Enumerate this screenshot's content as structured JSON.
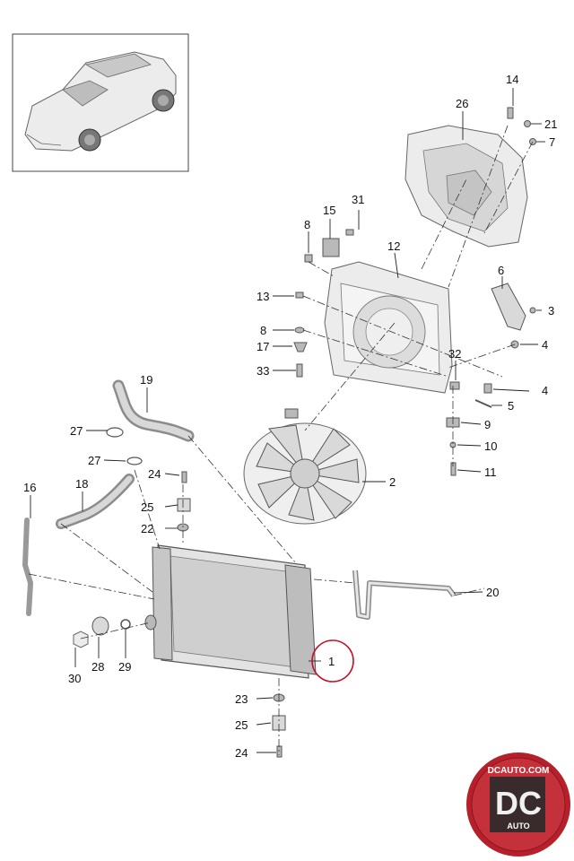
{
  "callouts": [
    {
      "id": "c1",
      "text": "1"
    },
    {
      "id": "c2",
      "text": "2"
    },
    {
      "id": "c3",
      "text": "3"
    },
    {
      "id": "c4a",
      "text": "4"
    },
    {
      "id": "c4b",
      "text": "4"
    },
    {
      "id": "c5",
      "text": "5"
    },
    {
      "id": "c6",
      "text": "6"
    },
    {
      "id": "c7",
      "text": "7"
    },
    {
      "id": "c8a",
      "text": "8"
    },
    {
      "id": "c8b",
      "text": "8"
    },
    {
      "id": "c9",
      "text": "9"
    },
    {
      "id": "c10",
      "text": "10"
    },
    {
      "id": "c11",
      "text": "11"
    },
    {
      "id": "c12",
      "text": "12"
    },
    {
      "id": "c13",
      "text": "13"
    },
    {
      "id": "c14",
      "text": "14"
    },
    {
      "id": "c15",
      "text": "15"
    },
    {
      "id": "c16",
      "text": "16"
    },
    {
      "id": "c17",
      "text": "17"
    },
    {
      "id": "c18",
      "text": "18"
    },
    {
      "id": "c19",
      "text": "19"
    },
    {
      "id": "c20",
      "text": "20"
    },
    {
      "id": "c21",
      "text": "21"
    },
    {
      "id": "c22",
      "text": "22"
    },
    {
      "id": "c23",
      "text": "23"
    },
    {
      "id": "c24a",
      "text": "24"
    },
    {
      "id": "c24b",
      "text": "24"
    },
    {
      "id": "c25a",
      "text": "25"
    },
    {
      "id": "c25b",
      "text": "25"
    },
    {
      "id": "c26",
      "text": "26"
    },
    {
      "id": "c27a",
      "text": "27"
    },
    {
      "id": "c27b",
      "text": "27"
    },
    {
      "id": "c28",
      "text": "28"
    },
    {
      "id": "c29",
      "text": "29"
    },
    {
      "id": "c30",
      "text": "30"
    },
    {
      "id": "c31",
      "text": "31"
    },
    {
      "id": "c32",
      "text": "32"
    },
    {
      "id": "c33",
      "text": "33"
    }
  ],
  "watermark": {
    "top_text": "DCAUTO.COM",
    "letters": "DC",
    "bottom_text": "AUTO"
  },
  "colors": {
    "watermark_red": "#b5202a",
    "watermark_dark": "#2a2a2a",
    "ink": "#111111"
  }
}
